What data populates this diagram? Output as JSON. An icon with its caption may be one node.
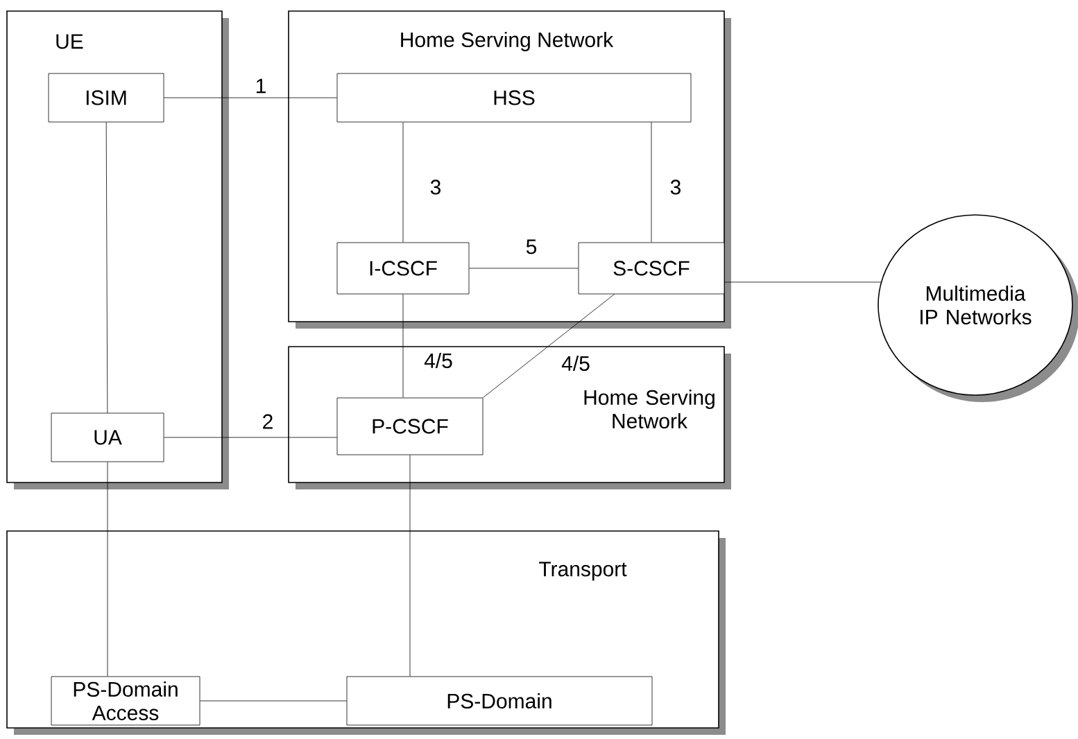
{
  "diagram": {
    "nodes": [
      {
        "text": [
          "UE"
        ]
      },
      {
        "text": [
          "ISIM"
        ],
        "in": 0
      },
      {
        "text": [
          "UA"
        ],
        "in": 0
      },
      {
        "text": [
          "Home Serving Network"
        ]
      },
      {
        "text": [
          "HSS"
        ],
        "in": 3
      },
      {
        "text": [
          "I-CSCF"
        ],
        "in": 3
      },
      {
        "text": [
          "S-CSCF"
        ],
        "in": 3
      },
      {
        "text": [
          "Multimedia IP Networks"
        ]
      },
      {
        "text": [
          "Home Serving Network"
        ]
      },
      {
        "text": [
          "P-CSCF"
        ],
        "in": 8
      },
      {
        "text": [
          "Transport"
        ]
      },
      {
        "text": [
          "PS-Domain Access"
        ],
        "in": 10
      },
      {
        "text": [
          "PS-Domain"
        ],
        "in": 10
      }
    ],
    "edges": [
      {
        "from": 1,
        "to": 4,
        "arrow": "none",
        "label": "1"
      },
      {
        "from": 1,
        "to": 2,
        "arrow": "none"
      },
      {
        "from": 2,
        "to": 9,
        "arrow": "none",
        "label": "2"
      },
      {
        "from": 4,
        "to": 5,
        "arrow": "none",
        "label": "3"
      },
      {
        "from": 4,
        "to": 6,
        "arrow": "none",
        "label": "3"
      },
      {
        "from": 5,
        "to": 6,
        "arrow": "none",
        "label": "5"
      },
      {
        "from": 6,
        "to": 7,
        "arrow": "none"
      },
      {
        "from": 5,
        "to": 9,
        "arrow": "none",
        "label": "4/5"
      },
      {
        "from": 6,
        "to": 9,
        "arrow": "none",
        "label": "4/5"
      },
      {
        "from": 9,
        "to": 12,
        "arrow": "none"
      },
      {
        "from": 2,
        "to": 11,
        "arrow": "none"
      },
      {
        "from": 11,
        "to": 12,
        "arrow": "none"
      }
    ]
  }
}
